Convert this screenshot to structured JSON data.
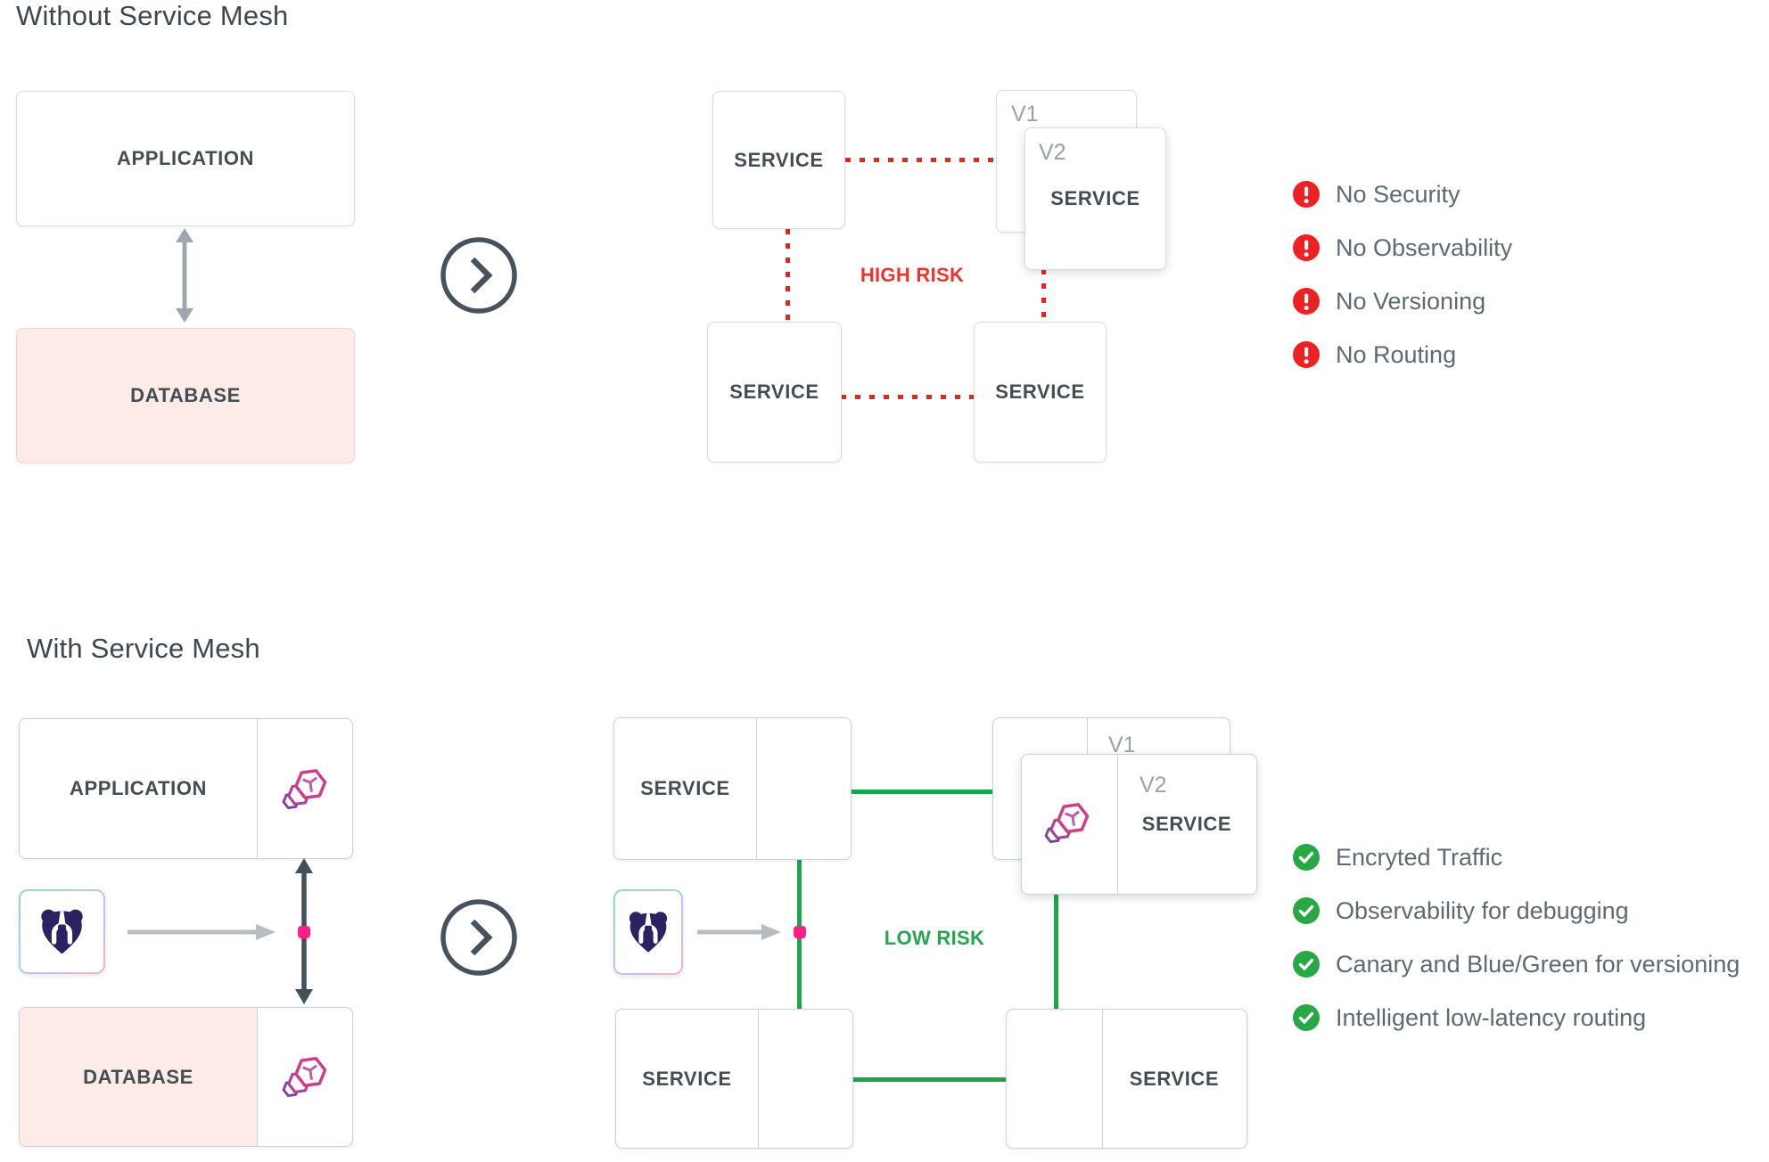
{
  "top": {
    "title": "Without Service Mesh",
    "application": "APPLICATION",
    "database": "DATABASE",
    "service": "SERVICE",
    "v1": "V1",
    "v2": "V2",
    "risk": "HIGH RISK",
    "issues": [
      "No Security",
      "No Observability",
      "No Versioning",
      "No Routing"
    ]
  },
  "bottom": {
    "title": "With Service Mesh",
    "application": "APPLICATION",
    "database": "DATABASE",
    "service": "SERVICE",
    "v1": "V1",
    "v2": "V2",
    "risk": "LOW RISK",
    "benefits": [
      "Encryted Traffic",
      "Observability for debugging",
      "Canary and Blue/Green for versioning",
      "Intelligent low-latency routing"
    ]
  },
  "colors": {
    "risk_red": "#ed2024",
    "ok_green": "#27a845",
    "line_green": "#1aa64b",
    "accent_pink": "#ff1f87",
    "mesh_magenta": "#ce3d86",
    "mesh_purple": "#7d4597",
    "bear_purple": "#2e2162",
    "database_pink": "#fcebe7"
  }
}
